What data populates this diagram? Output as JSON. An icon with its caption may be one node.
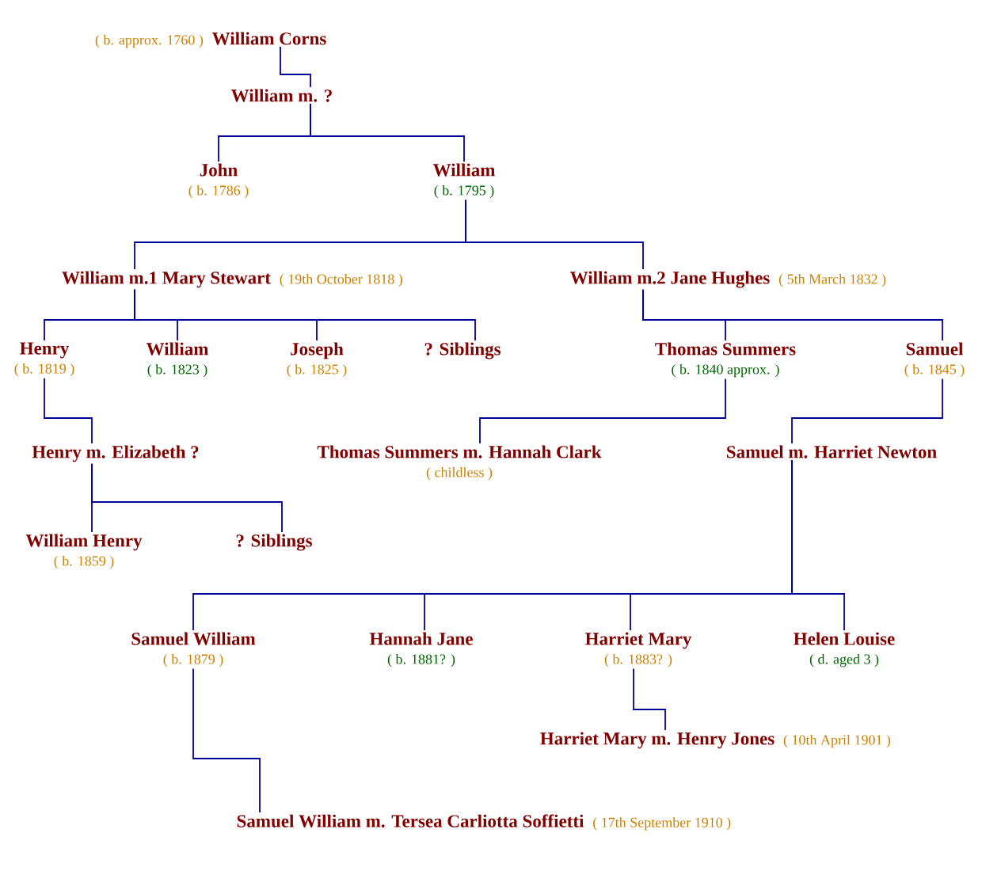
{
  "diagram": {
    "nodes": [
      {
        "text": [
          "William Corns"
        ],
        "beside": [
          "( b. approx. 1760 )"
        ]
      },
      {
        "text": [
          "William m. ?"
        ]
      },
      {
        "text": [
          "John",
          "( b. 1786 )"
        ]
      },
      {
        "text": [
          "William",
          "( b. 1795 )"
        ]
      },
      {
        "text": [
          "William m.1 Mary Stewart"
        ],
        "beside": [
          "( 19th October 1818 )"
        ]
      },
      {
        "text": [
          "William m.2 Jane Hughes"
        ],
        "beside": [
          "( 5th March 1832 )"
        ]
      },
      {
        "text": [
          "Henry",
          "( b. 1819 )"
        ]
      },
      {
        "text": [
          "William",
          "( b. 1823 )"
        ]
      },
      {
        "text": [
          "Joseph",
          "( b. 1825 )"
        ]
      },
      {
        "text": [
          "? Siblings"
        ]
      },
      {
        "text": [
          "Thomas Summers",
          "( b. 1840 approx. )"
        ]
      },
      {
        "text": [
          "Samuel",
          "( b. 1845 )"
        ]
      },
      {
        "text": [
          "Henry m. Elizabeth ?"
        ]
      },
      {
        "text": [
          "Thomas Summers m. Hannah Clark",
          "( childless )"
        ]
      },
      {
        "text": [
          "Samuel m. Harriet Newton"
        ]
      },
      {
        "text": [
          "William Henry",
          "( b. 1859 )"
        ]
      },
      {
        "text": [
          "? Siblings"
        ]
      },
      {
        "text": [
          "Samuel William",
          "( b. 1879 )"
        ]
      },
      {
        "text": [
          "Hannah Jane",
          "( b. 1881? )"
        ]
      },
      {
        "text": [
          "Harriet Mary",
          "( b. 1883? )"
        ]
      },
      {
        "text": [
          "Helen Louise",
          "( d. aged 3 )"
        ]
      },
      {
        "text": [
          "Harriet Mary m. Henry Jones"
        ],
        "beside": [
          "( 10th April 1901 )"
        ]
      },
      {
        "text": [
          "Samuel William m. Tersea Carliotta Soffietti"
        ],
        "beside": [
          "( 17th September 1910 )"
        ]
      }
    ],
    "edges": [
      {
        "from": 0,
        "to": 1,
        "arrow": "none"
      },
      {
        "from": 1,
        "to": 2,
        "arrow": "none"
      },
      {
        "from": 1,
        "to": 3,
        "arrow": "none"
      },
      {
        "from": 3,
        "to": 4,
        "arrow": "none"
      },
      {
        "from": 3,
        "to": 5,
        "arrow": "none"
      },
      {
        "from": 4,
        "to": 6,
        "arrow": "none"
      },
      {
        "from": 4,
        "to": 7,
        "arrow": "none"
      },
      {
        "from": 4,
        "to": 8,
        "arrow": "none"
      },
      {
        "from": 4,
        "to": 9,
        "arrow": "none"
      },
      {
        "from": 5,
        "to": 10,
        "arrow": "none"
      },
      {
        "from": 5,
        "to": 11,
        "arrow": "none"
      },
      {
        "from": 6,
        "to": 12,
        "arrow": "none"
      },
      {
        "from": 10,
        "to": 13,
        "arrow": "none"
      },
      {
        "from": 11,
        "to": 14,
        "arrow": "none"
      },
      {
        "from": 12,
        "to": 15,
        "arrow": "none"
      },
      {
        "from": 12,
        "to": 16,
        "arrow": "none"
      },
      {
        "from": 14,
        "to": 17,
        "arrow": "none"
      },
      {
        "from": 14,
        "to": 18,
        "arrow": "none"
      },
      {
        "from": 14,
        "to": 19,
        "arrow": "none"
      },
      {
        "from": 14,
        "to": 20,
        "arrow": "none"
      },
      {
        "from": 19,
        "to": 21,
        "arrow": "none"
      },
      {
        "from": 17,
        "to": 22,
        "arrow": "none"
      }
    ]
  }
}
